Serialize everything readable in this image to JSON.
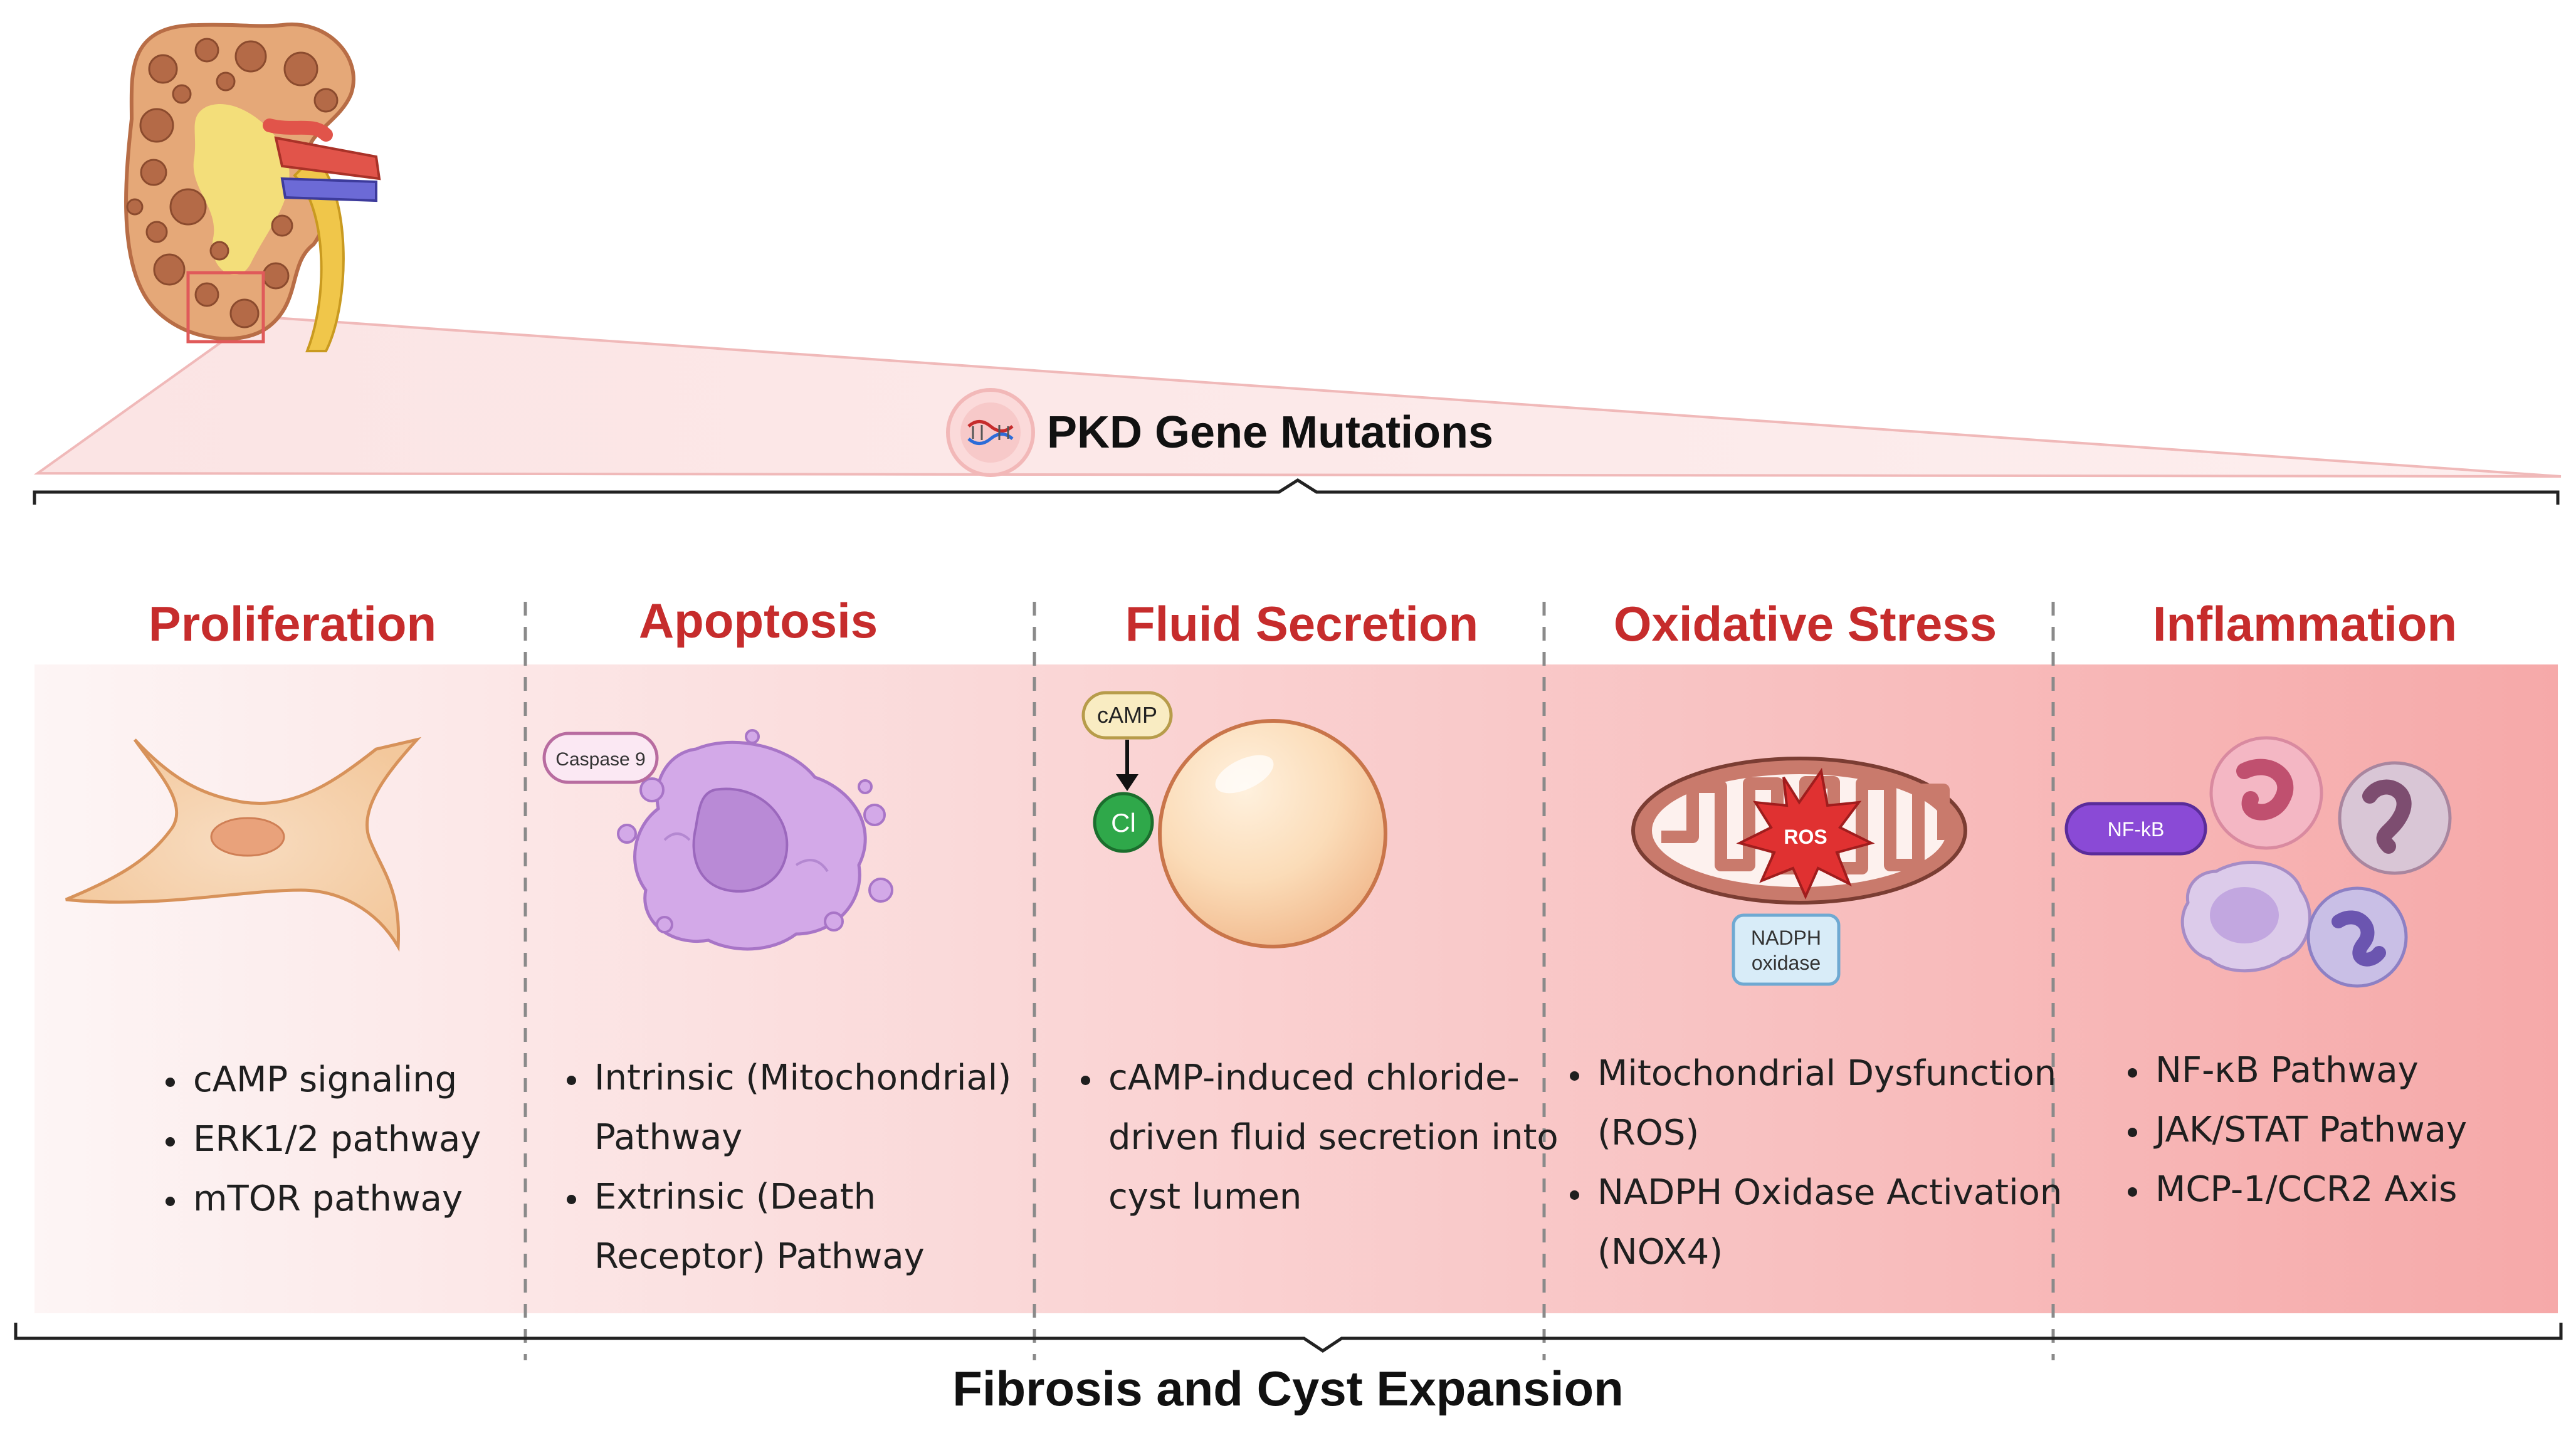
{
  "header": {
    "title": "PKD Gene Mutations"
  },
  "panels": [
    {
      "title": "Proliferation",
      "items": [
        "cAMP signaling",
        "ERK1/2 pathway",
        "mTOR pathway"
      ]
    },
    {
      "title": "Apoptosis",
      "items": [
        "Intrinsic (Mitochondrial) Pathway",
        "Extrinsic (Death Receptor) Pathway"
      ],
      "badge": "Caspase 9"
    },
    {
      "title": "Fluid Secretion",
      "items": [
        "cAMP-induced chloride-driven fluid secretion into cyst lumen"
      ],
      "badges": [
        "cAMP",
        "Cl"
      ]
    },
    {
      "title": "Oxidative Stress",
      "items": [
        "Mitochondrial Dysfunction (ROS)",
        "NADPH Oxidase Activation (NOX4)"
      ],
      "badges": [
        "ROS",
        "NADPH oxidase"
      ]
    },
    {
      "title": "Inflammation",
      "items": [
        "NF-κB Pathway",
        "JAK/STAT Pathway",
        "MCP-1/CCR2 Axis"
      ],
      "badge": "NF-kB"
    }
  ],
  "footer": {
    "label": "Fibrosis and Cyst Expansion"
  },
  "colors": {
    "title_red": "#c62c2c",
    "panel_gradient_start": "#fdf5f5",
    "panel_gradient_end": "#f6a9a9",
    "kidney": "#e5a878",
    "artery": "#e1544a",
    "vein": "#6c6ad6",
    "ureter": "#f0c64a",
    "cell": "#f6d3a8",
    "apoptotic_cell": "#c99be0",
    "cyst": "#f9d6b0",
    "chloride": "#2fa84a",
    "mitochondrion": "#c97a6c",
    "ros": "#e03131",
    "nfkb": "#8a4ad6"
  },
  "icons": [
    "kidney-icon",
    "dna-icon",
    "fibroblast-cell-icon",
    "apoptotic-cell-icon",
    "cyst-icon",
    "mitochondrion-icon",
    "immune-cells-icon"
  ]
}
